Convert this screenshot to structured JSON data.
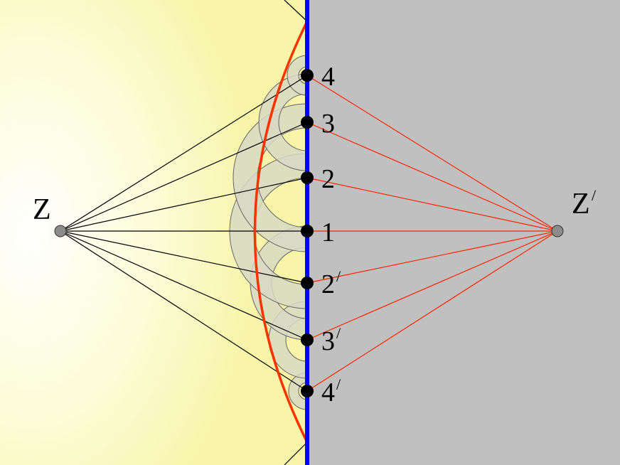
{
  "colors": {
    "background_gray": "#c0c0c0",
    "mirror_blue": "#0000ff",
    "wavefront_red": "#ff3300",
    "ray_red": "#ff2200",
    "ray_black": "#000000",
    "wavelet_fill": "#d8d8c4",
    "source_point": "#8c8c8c"
  },
  "labels": {
    "source": "Z",
    "image": "Z",
    "image_mark": "/",
    "points": [
      {
        "id": "4",
        "text": "4",
        "mark": ""
      },
      {
        "id": "3",
        "text": "3",
        "mark": ""
      },
      {
        "id": "2",
        "text": "2",
        "mark": ""
      },
      {
        "id": "1",
        "text": "1",
        "mark": ""
      },
      {
        "id": "2p",
        "text": "2",
        "mark": "/"
      },
      {
        "id": "3p",
        "text": "3",
        "mark": "/"
      },
      {
        "id": "4p",
        "text": "4",
        "mark": "/"
      }
    ]
  }
}
